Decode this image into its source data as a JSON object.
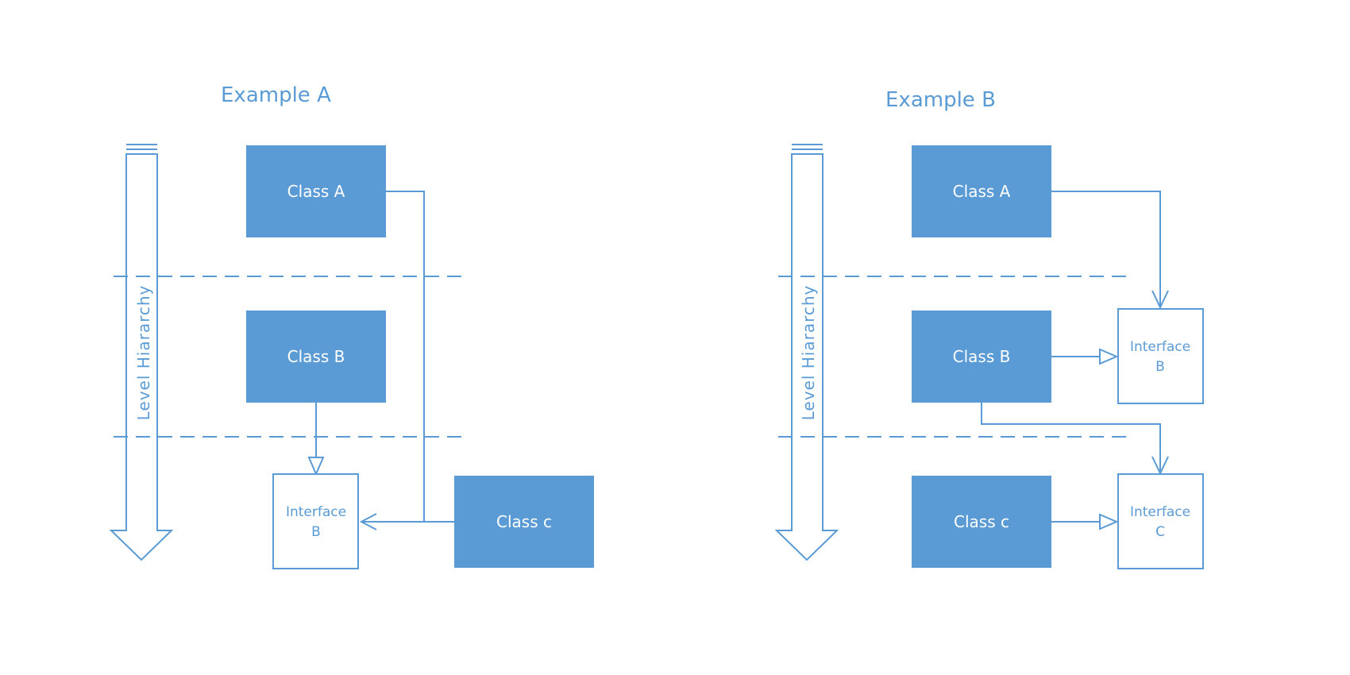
{
  "colors": {
    "accent": "#5b9bd5",
    "box_text": "#ffffff",
    "outline_text": "#5b9bd5",
    "background": "#ffffff"
  },
  "example_a": {
    "title": "Example A",
    "level_label": "Level Hiararchy",
    "class_a": "Class A",
    "class_b": "Class B",
    "class_c": "Class c",
    "interface_b_line1": "Interface",
    "interface_b_line2": "B"
  },
  "example_b": {
    "title": "Example B",
    "level_label": "Level Hiararchy",
    "class_a": "Class A",
    "class_b": "Class B",
    "class_c": "Class c",
    "interface_b_line1": "Interface",
    "interface_b_line2": "B",
    "interface_c_line1": "Interface",
    "interface_c_line2": "C"
  }
}
